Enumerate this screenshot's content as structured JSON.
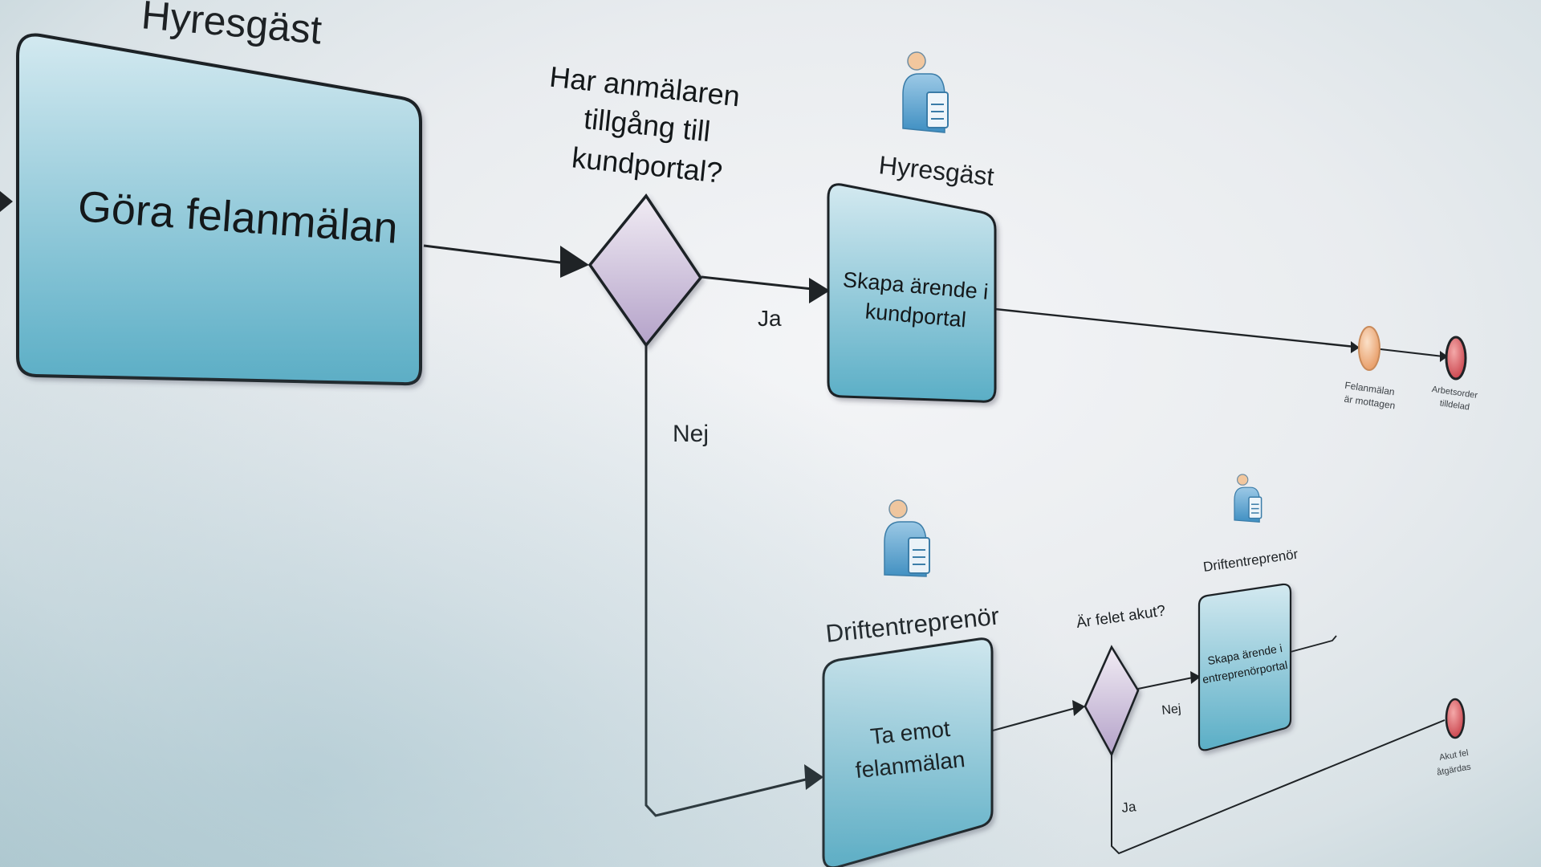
{
  "lane_label_top": "Hyresgäst",
  "tasks": {
    "gora_felanmalan": "Göra felanmälan",
    "skapa_arende_kundportal": [
      "Skapa ärende i",
      "kundportal"
    ],
    "ta_emot_felanmalan": [
      "Ta emot",
      "felanmälan"
    ],
    "skapa_arende_entreprenorportal": [
      "Skapa ärende i",
      "entreprenörportal"
    ]
  },
  "gateways": {
    "kundportal_question": [
      "Har anmälaren",
      "tillgång till",
      "kundportal?"
    ],
    "akut_question": "Är felet akut?"
  },
  "roles": {
    "hyresgast": "Hyresgäst",
    "driftentreprenor_large": "Driftentreprenör",
    "driftentreprenor_small": "Driftentreprenör"
  },
  "flow_labels": {
    "ja_top": "Ja",
    "nej_main": "Nej",
    "nej_small": "Nej",
    "ja_small": "Ja"
  },
  "events": {
    "felanmalan_mottagen": [
      "Felanmälan",
      "är mottagen"
    ],
    "arbetsorder_tilldelad": [
      "Arbetsorder",
      "tilldelad"
    ],
    "akut_end": [
      "Akut fel",
      "åtgärdas"
    ]
  },
  "colors": {
    "task_top": "#cfe6ee",
    "task_bottom": "#5fb0c8",
    "gateway_top": "#efe9f3",
    "gateway_bottom": "#b9a8cd",
    "start_event": "#f2b483",
    "end_event": "#d65a5f",
    "stroke": "#1f2326"
  }
}
